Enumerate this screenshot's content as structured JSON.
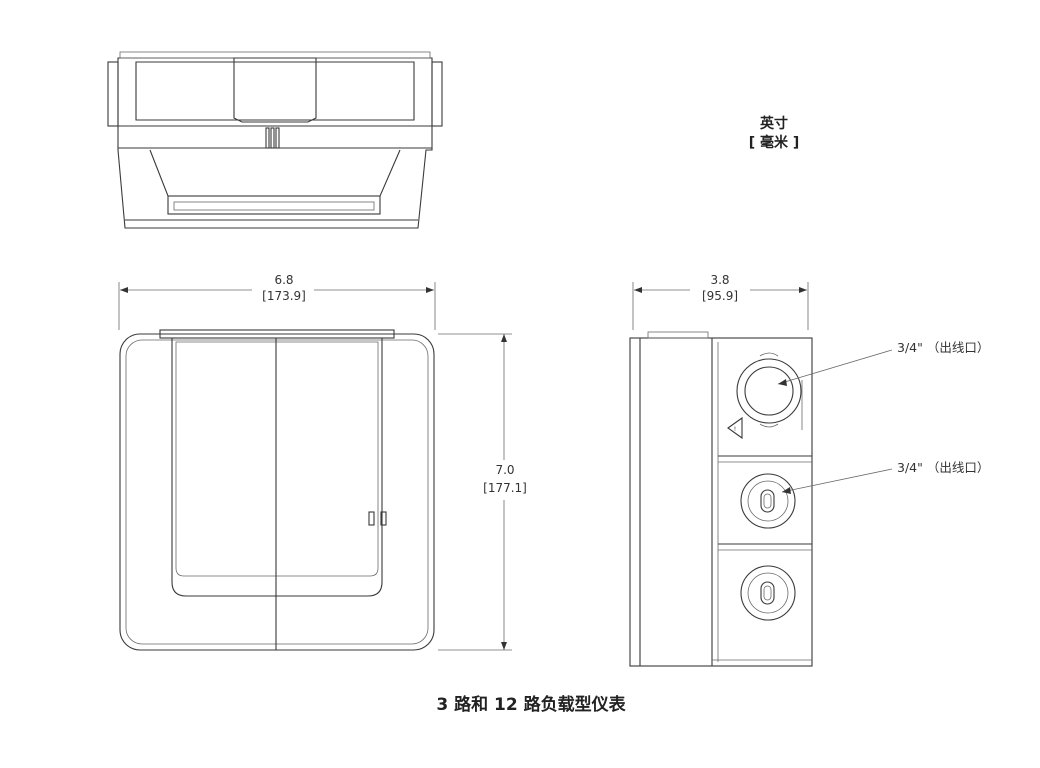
{
  "units": {
    "imperial": "英寸",
    "metric": "[ 毫米 ]"
  },
  "dimensions": {
    "width": {
      "in": "6.8",
      "mm": "[173.9]"
    },
    "height": {
      "in": "7.0",
      "mm": "[177.1]"
    },
    "depth": {
      "in": "3.8",
      "mm": "[95.9]"
    }
  },
  "callouts": {
    "top_knockout": "3/4\"  （出线口）",
    "middle_knockout": "3/4\"  （出线口）"
  },
  "caption": "3 路和 12 路负载型仪表"
}
